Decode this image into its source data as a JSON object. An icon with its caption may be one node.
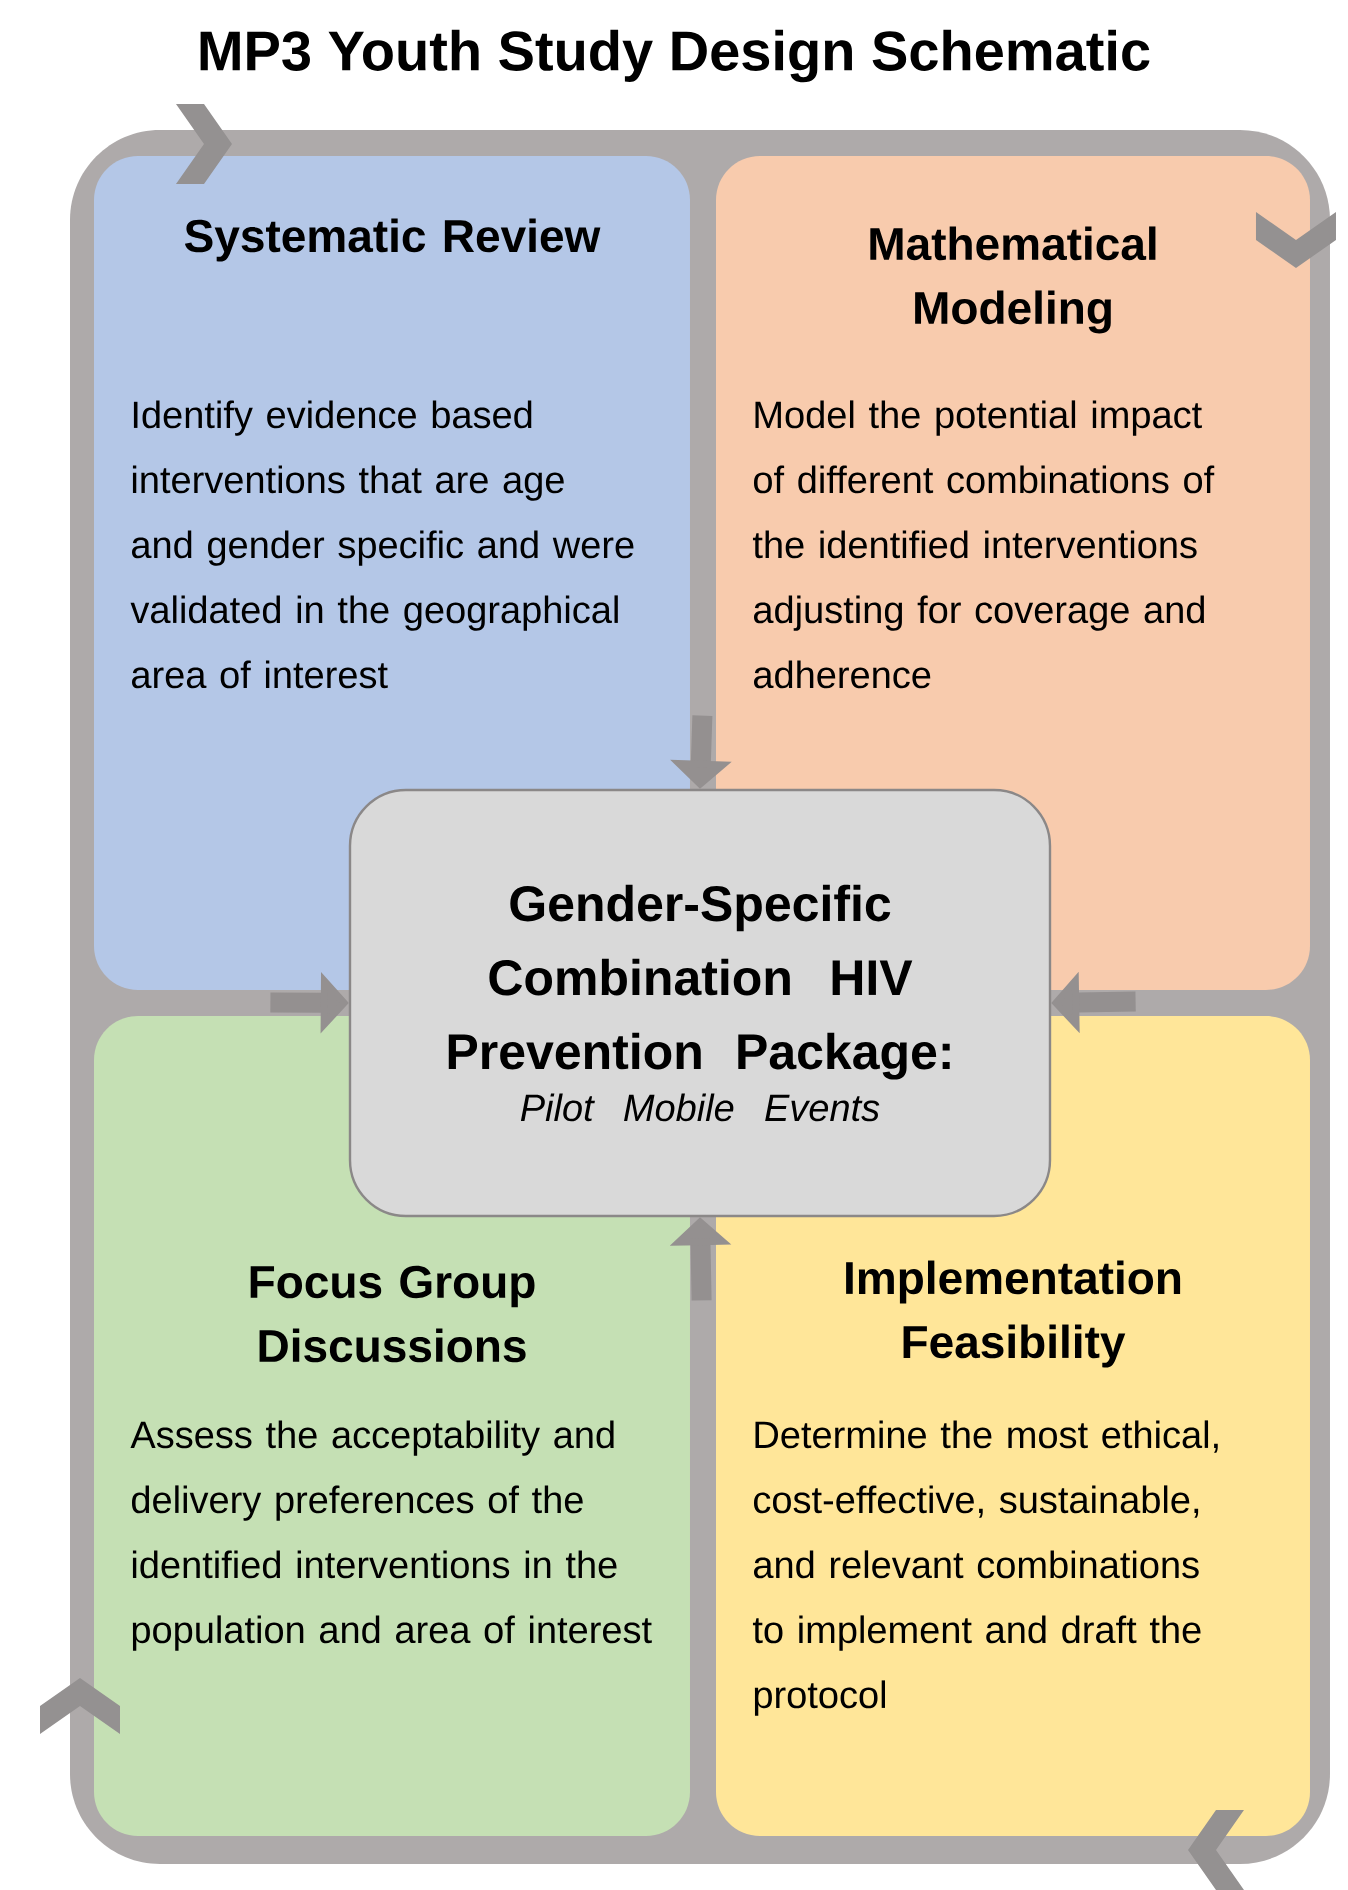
{
  "diagram": {
    "title": "MP3 Youth Study Design Schematic",
    "nodes": [
      {
        "text": [
          "Systematic Review",
          "Identify evidence based interventions that are age and gender specific and were validated in the geographical area of interest"
        ]
      },
      {
        "text": [
          "Mathematical Modeling",
          "Model the potential impact of different combinations of the identified interventions adjusting for coverage and adherence"
        ]
      },
      {
        "text": [
          "Focus Group Discussions",
          "Assess the acceptability and delivery preferences of the identified interventions in the population and area of interest"
        ]
      },
      {
        "text": [
          "Implementation Feasibility",
          "Determine the most ethical, cost-effective, sustainable, and relevant combinations to implement and draft the protocol"
        ]
      },
      {
        "text": [
          "Gender-Specific Combination HIV Prevention Package:",
          "Pilot Mobile Events"
        ]
      }
    ],
    "edges": [
      {
        "from": 0,
        "to": 4,
        "arrow": "to"
      },
      {
        "from": 2,
        "to": 4,
        "arrow": "to"
      },
      {
        "from": 1,
        "to": 4,
        "arrow": "to"
      },
      {
        "from": 3,
        "to": 4,
        "arrow": "to"
      }
    ]
  }
}
